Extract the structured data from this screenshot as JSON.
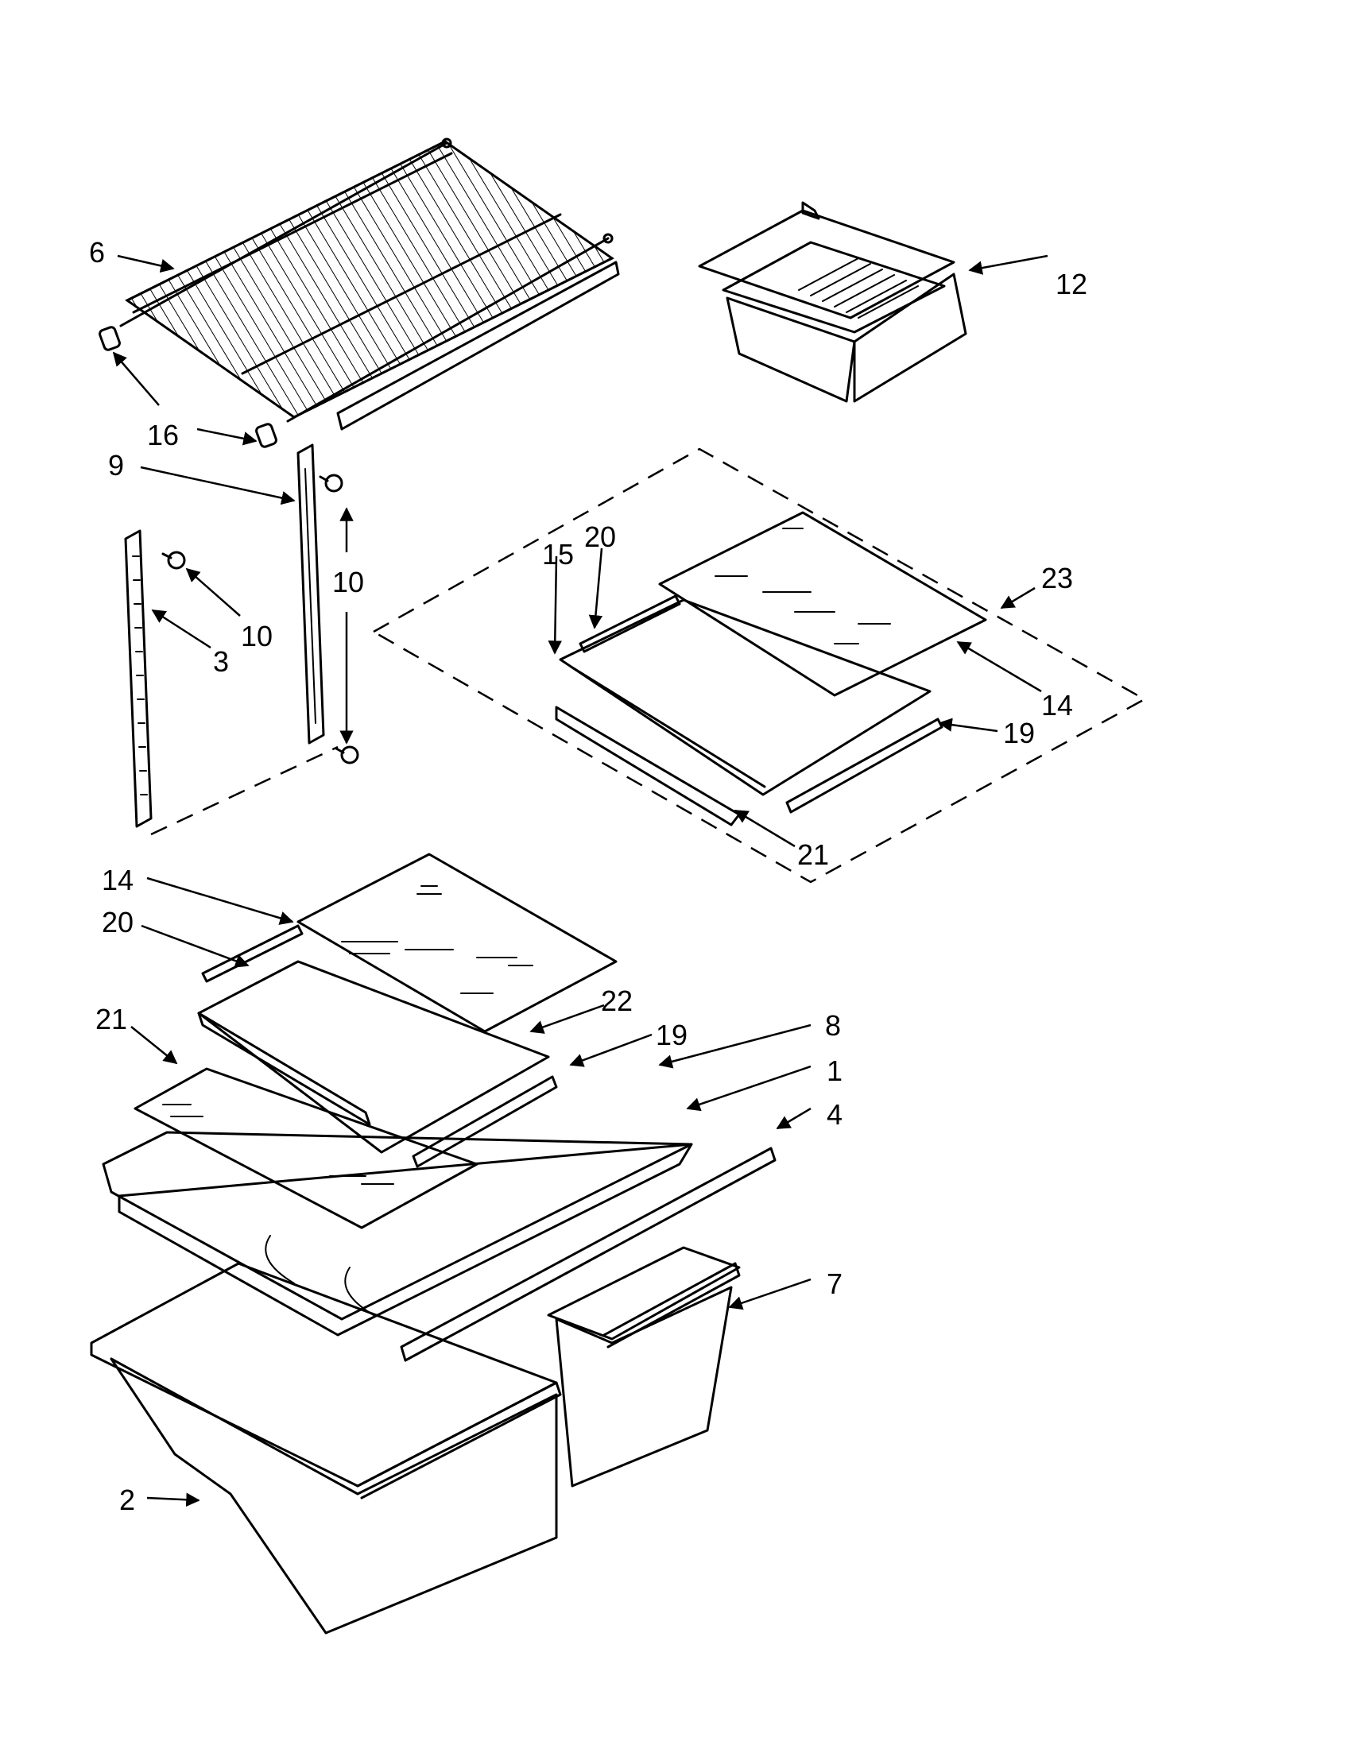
{
  "callouts": {
    "c1": "1",
    "c2": "2",
    "c3": "3",
    "c4": "4",
    "c6": "6",
    "c7": "7",
    "c8": "8",
    "c9": "9",
    "c10a": "10",
    "c10b": "10",
    "c12": "12",
    "c14a": "14",
    "c14b": "14",
    "c15": "15",
    "c16": "16",
    "c19a": "19",
    "c19b": "19",
    "c20a": "20",
    "c20b": "20",
    "c21a": "21",
    "c21b": "21",
    "c22": "22",
    "c23": "23"
  }
}
